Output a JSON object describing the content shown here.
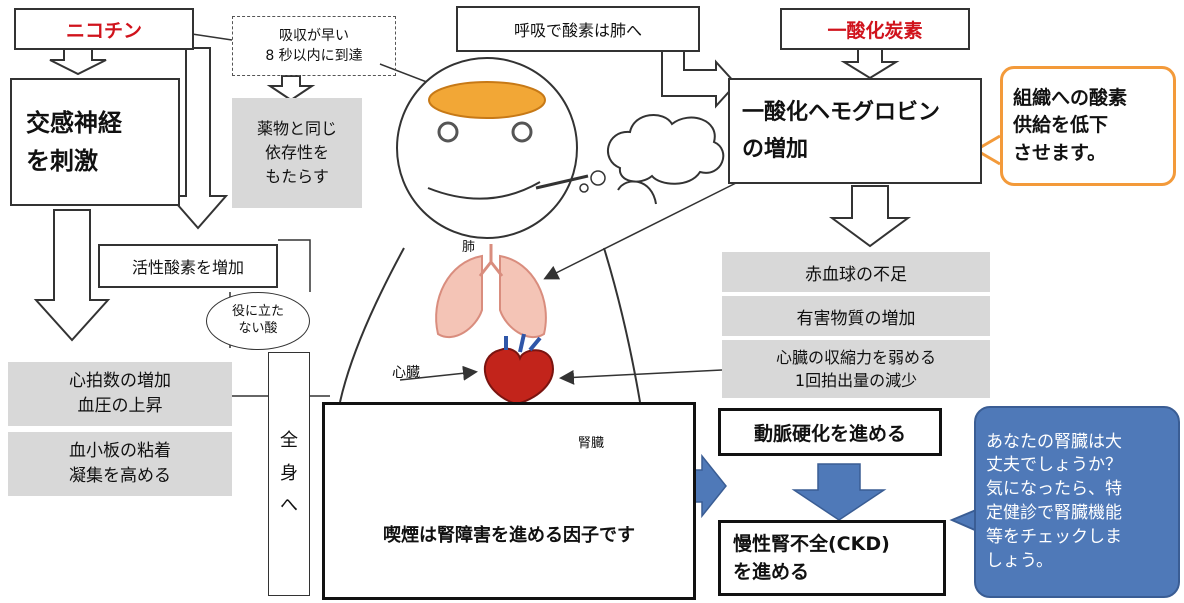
{
  "nicotine": {
    "title": "ニコチン",
    "absorb_note": "吸収が早い\n8 秒以内に到達",
    "drug_dependence": "薬物と同じ\n依存性を\nもたらす",
    "sympathetic": "交感神経\nを刺激",
    "active_oxygen": "活性酸素を増加",
    "useless_acid": "役に立た\nない酸",
    "whole_body": "全\n身\nへ",
    "heart_rate": "心拍数の増加\n血圧の上昇",
    "platelet": "血小板の粘着\n凝集を高める"
  },
  "respiration_note": "呼吸で酸素は肺へ",
  "co": {
    "title": "一酸化炭素",
    "hemoglobin": "一酸化ヘモグロビン\nの増加",
    "rbc": "赤血球の不足",
    "harmful": "有害物質の増加",
    "heart_weak": "心臓の収縮力を弱める\n1回拍出量の減少"
  },
  "callout_oxygen": "組織への酸素\n供給を低下\nさせます。",
  "body_labels": {
    "lung": "肺",
    "heart": "心臓",
    "kidney": "腎臓"
  },
  "kidney_box": "喫煙は腎障害を進める因子です",
  "arteriosclerosis": "動脈硬化を進める",
  "ckd": "慢性腎不全(CKD)\nを進める",
  "callout_ckd": "あなたの腎臓は大\n丈夫でしょうか？\n気になったら、特\n定健診で腎臓機能\n等をチェックしま\nしょう。",
  "colors": {
    "accent_red": "#d0131c",
    "orange": "#f39a3a",
    "blue": "#4f79b8",
    "gray": "#d8d8d8"
  }
}
